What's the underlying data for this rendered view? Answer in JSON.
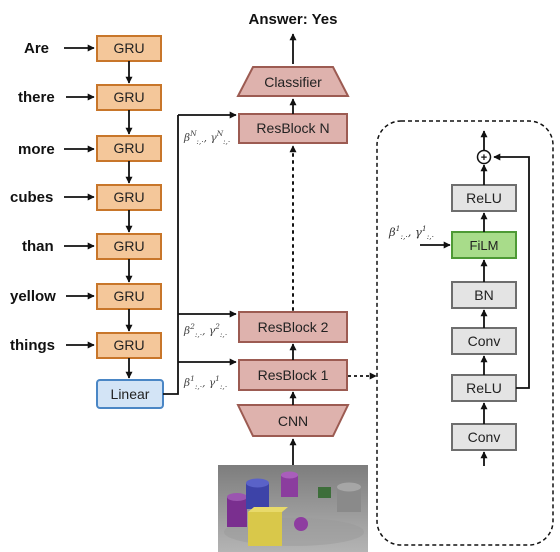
{
  "answer": "Answer: Yes",
  "question_words": [
    "Are",
    "there",
    "more",
    "cubes",
    "than",
    "yellow",
    "things"
  ],
  "gru_label": "GRU",
  "linear_label": "Linear",
  "cnn_label": "CNN",
  "classifier_label": "Classifier",
  "resblocks": [
    "ResBlock 1",
    "ResBlock 2",
    "ResBlock N"
  ],
  "film_params": {
    "block1": {
      "beta": "β",
      "beta_sup": "1",
      "beta_sub": ":,·",
      "gamma": "γ",
      "gamma_sup": "1",
      "gamma_sub": ":,·"
    },
    "block2": {
      "beta": "β",
      "beta_sup": "2",
      "beta_sub": ":,·",
      "gamma": "γ",
      "gamma_sup": "2",
      "gamma_sub": ":,·"
    },
    "blockN": {
      "beta": "β",
      "beta_sup": "N",
      "beta_sub": ":,·",
      "gamma": "γ",
      "gamma_sup": "N",
      "gamma_sub": ":,·"
    }
  },
  "detail": {
    "layers": [
      "Conv",
      "ReLU",
      "Conv",
      "BN",
      "FiLM",
      "ReLU"
    ],
    "plus": "+",
    "film_input": {
      "beta": "β",
      "sup": "1",
      "sub": ":,·",
      "gamma": "γ",
      "gamma_sup": "1",
      "gamma_sub": ":,·"
    }
  },
  "colors": {
    "gru_fill": "#f4c79a",
    "resblock_fill": "#deb2ad",
    "layer_fill": "#e4e4e4",
    "film_fill": "#a8dc8a",
    "linear_fill": "#d3e4f6"
  },
  "input_image": "rendered 3D scene of cylinders, cubes and spheres"
}
